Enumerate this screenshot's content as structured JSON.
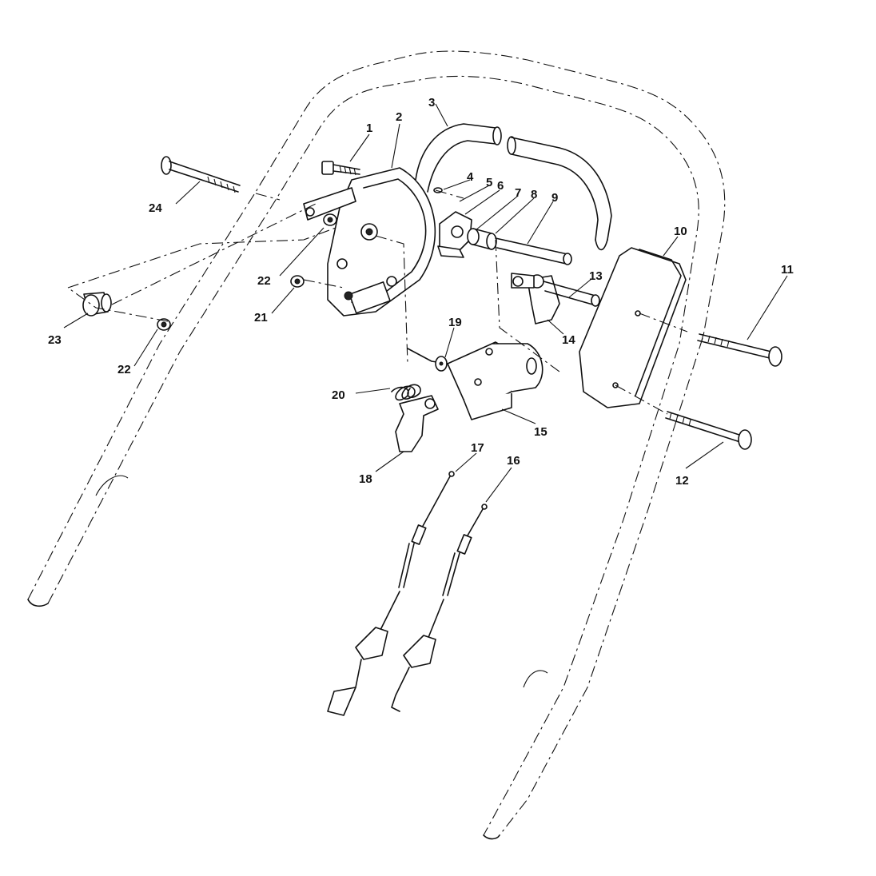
{
  "diagram": {
    "callouts": [
      {
        "id": "1",
        "text": "1"
      },
      {
        "id": "2",
        "text": "2"
      },
      {
        "id": "3",
        "text": "3"
      },
      {
        "id": "4",
        "text": "4"
      },
      {
        "id": "5",
        "text": "5"
      },
      {
        "id": "6",
        "text": "6"
      },
      {
        "id": "7",
        "text": "7"
      },
      {
        "id": "8",
        "text": "8"
      },
      {
        "id": "9",
        "text": "9"
      },
      {
        "id": "10",
        "text": "10"
      },
      {
        "id": "11",
        "text": "11"
      },
      {
        "id": "12",
        "text": "12"
      },
      {
        "id": "13",
        "text": "13"
      },
      {
        "id": "14",
        "text": "14"
      },
      {
        "id": "15",
        "text": "15"
      },
      {
        "id": "16",
        "text": "16"
      },
      {
        "id": "17",
        "text": "17"
      },
      {
        "id": "18",
        "text": "18"
      },
      {
        "id": "19",
        "text": "19"
      },
      {
        "id": "20",
        "text": "20"
      },
      {
        "id": "21",
        "text": "21"
      },
      {
        "id": "22a",
        "text": "22"
      },
      {
        "id": "22b",
        "text": "22"
      },
      {
        "id": "23",
        "text": "23"
      },
      {
        "id": "24",
        "text": "24"
      }
    ]
  }
}
